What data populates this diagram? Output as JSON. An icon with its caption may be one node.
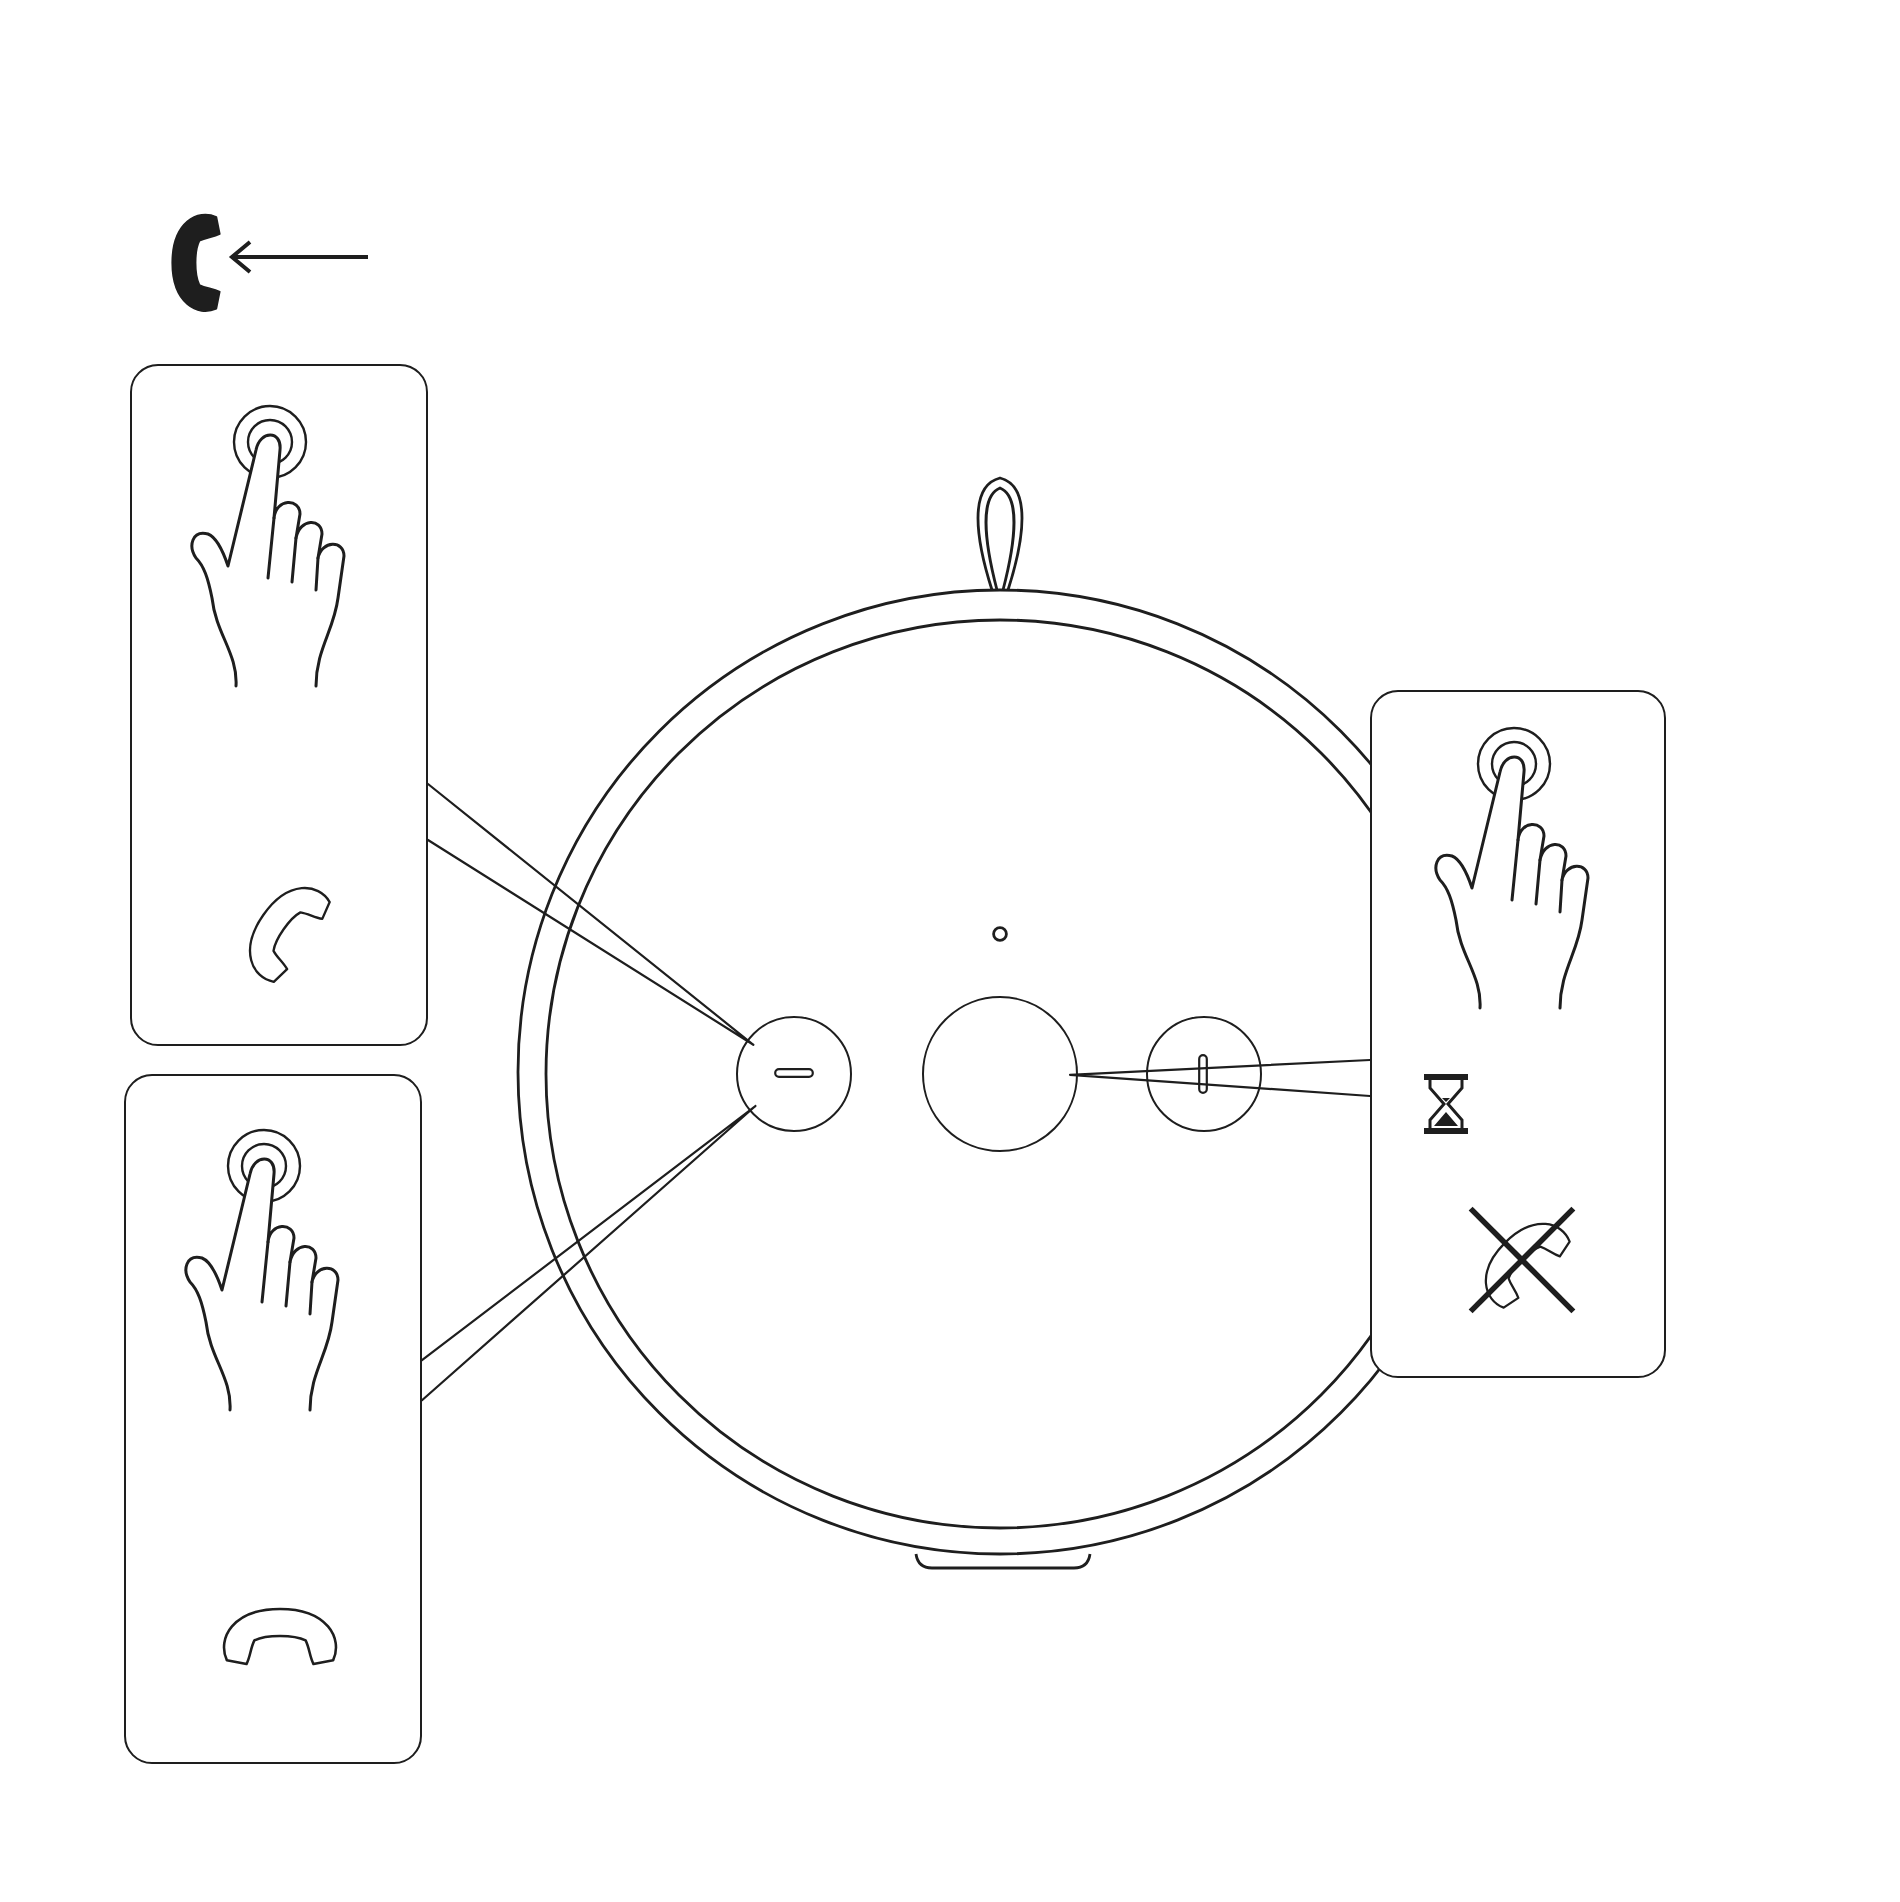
{
  "diagram": {
    "nodes": [
      {
        "text": [],
        "shape": "box"
      },
      {
        "text": [],
        "shape": "box"
      },
      {
        "text": [],
        "shape": "box"
      },
      {
        "text": [],
        "shape": "circle"
      },
      {
        "text": [],
        "shape": "circle"
      },
      {
        "text": [],
        "shape": "circle"
      }
    ],
    "edges": [
      {
        "from": 0,
        "to": 3,
        "arrow": "none"
      },
      {
        "from": 1,
        "to": 3,
        "arrow": "none"
      },
      {
        "from": 2,
        "to": 4,
        "arrow": "none"
      }
    ]
  }
}
